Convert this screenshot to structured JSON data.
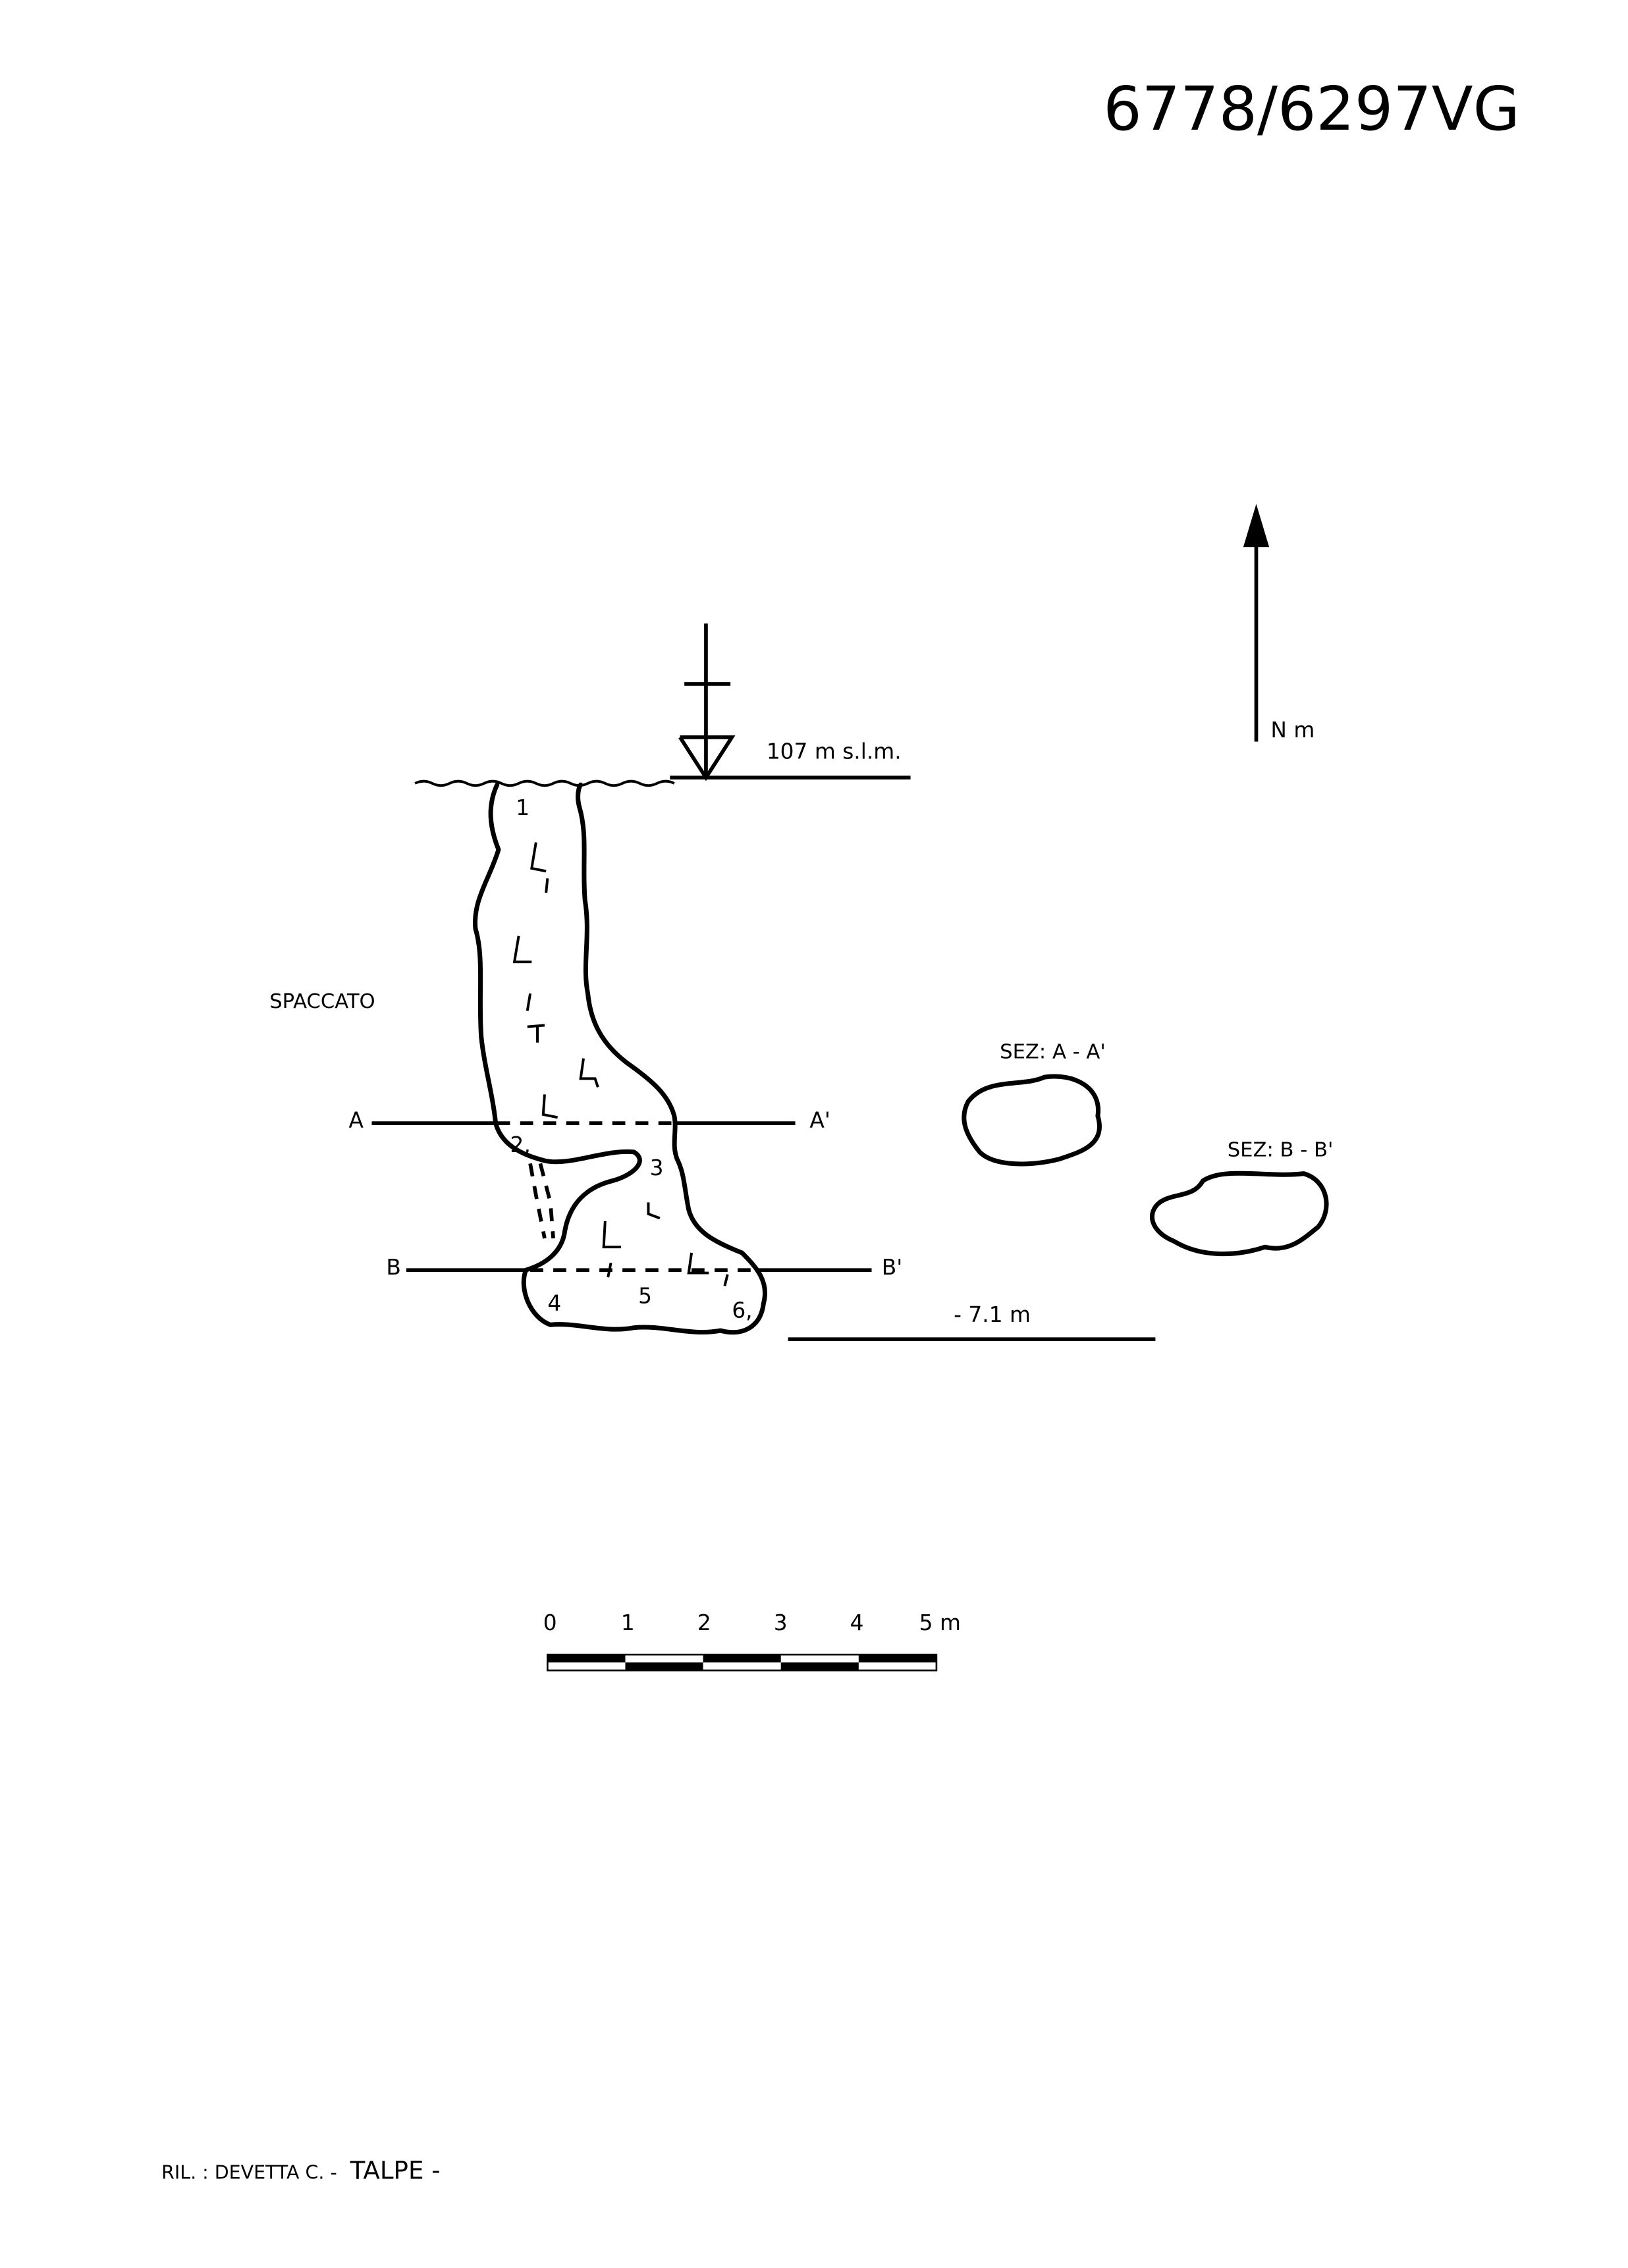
{
  "title": "6778/6297VG",
  "north_label": "N m",
  "elevation_label": "107 m s.l.m.",
  "view_label": "SPACCATO",
  "sections": {
    "a_start": "A",
    "a_end": "A'",
    "b_start": "B",
    "b_end": "B'",
    "a_title": "SEZ: A - A'",
    "b_title": "SEZ: B - B'"
  },
  "depth_label": "- 7.1 m",
  "stations": [
    "1",
    "2,",
    "3",
    "4",
    "5",
    "6,"
  ],
  "scale_bar": {
    "ticks": [
      "0",
      "1",
      "2",
      "3",
      "4",
      "5 m"
    ]
  },
  "credit": {
    "surveyor": "RIL. : DEVETTA C. -",
    "group": "TALPE -"
  }
}
